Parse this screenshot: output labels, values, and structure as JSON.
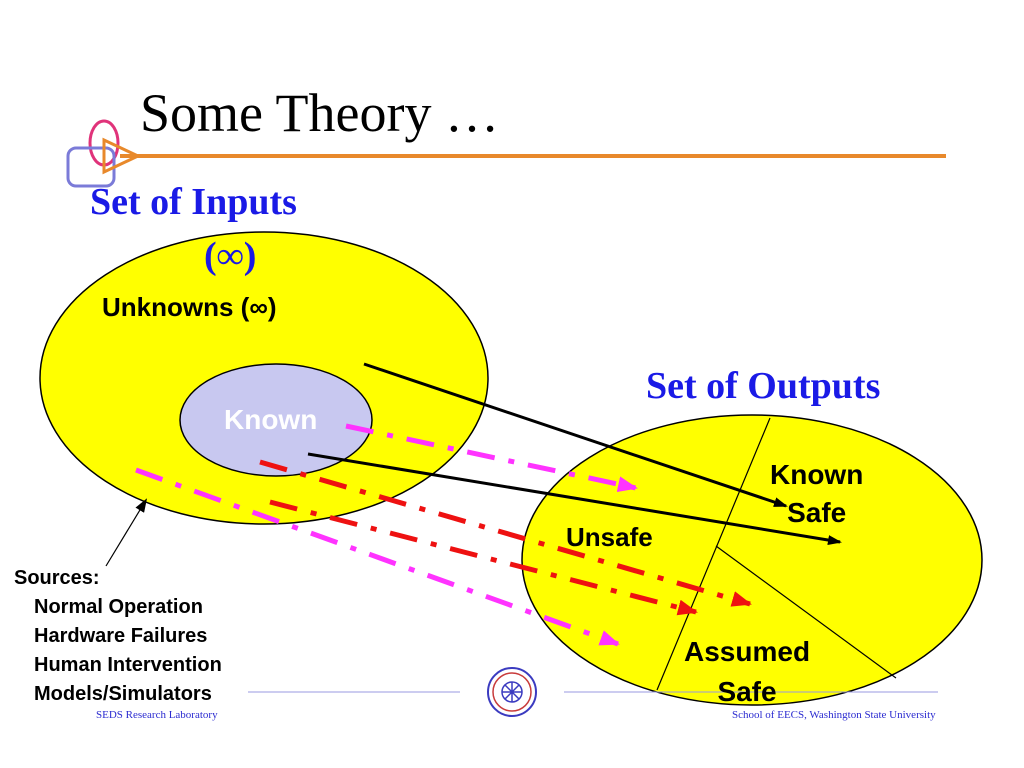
{
  "slide": {
    "title": "Some Theory …",
    "inputs_title": "Set of Inputs",
    "inputs_infinity": "(∞)",
    "unknowns_label": "Unknowns (∞)",
    "known_label": "Known",
    "outputs_title": "Set of Outputs",
    "known_safe_line1": "Known",
    "known_safe_line2": "Safe",
    "unsafe_label": "Unsafe",
    "assumed_safe_line1": "Assumed",
    "assumed_safe_line2": "Safe",
    "sources": {
      "heading": "Sources:",
      "items": [
        "Normal Operation",
        "Hardware Failures",
        "Human Intervention",
        "Models/Simulators"
      ]
    }
  },
  "footer": {
    "left": "SEDS Research Laboratory",
    "right": "School of EECS, Washington State University"
  },
  "colors": {
    "title_rule": "#e8892b",
    "heading_blue": "#1a1ae6",
    "set_fill": "#ffff00",
    "known_fill": "#c8c8f0",
    "dashed_magenta": "#ff33ff",
    "dashed_red": "#ee1111"
  }
}
